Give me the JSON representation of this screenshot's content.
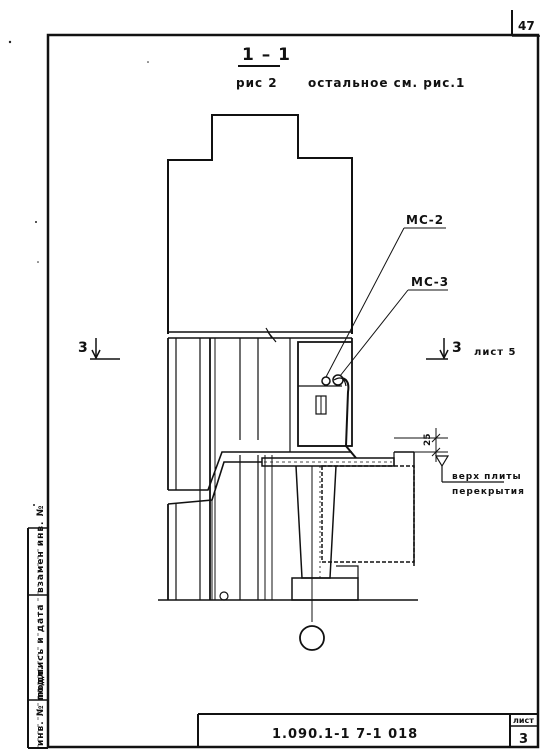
{
  "sheet": {
    "page_number": "47",
    "section_label": "1 – 1",
    "figure_label": "рис 2",
    "figure_note": "остальное см. рис.1",
    "title_block": {
      "document_code": "1.090.1-1 7-1 018",
      "sheet_label": "лист",
      "sheet_number": "3"
    }
  },
  "callouts": {
    "ms2": "МС-2",
    "ms3": "МС-3",
    "dimension": "25",
    "level_note_line1": "верх плиты",
    "level_note_line2": "перекрытия"
  },
  "section_marks": {
    "left_number": "3",
    "right_number": "3",
    "right_reference": "лист 5"
  },
  "side_stamp": {
    "inventory_no": "инв. № подл.",
    "signature_date": "подпись и дата",
    "replaced_inv": "взамен инв. №"
  },
  "colors": {
    "ink": "#111111",
    "paper": "#ffffff"
  }
}
